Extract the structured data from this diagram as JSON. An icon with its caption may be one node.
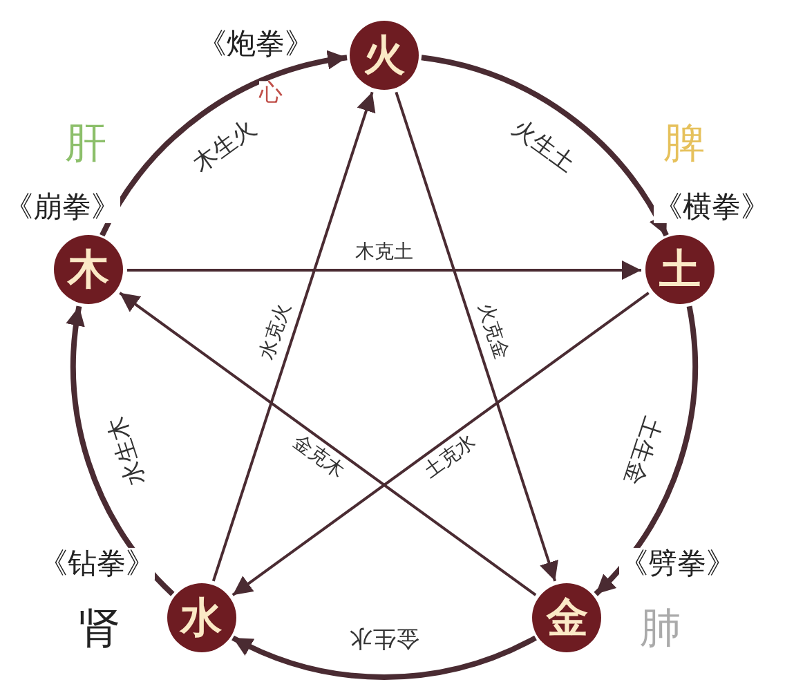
{
  "diagram": {
    "nodes": [
      {
        "text": [
          "火"
        ],
        "beside": [
          "《炮拳》",
          "心"
        ]
      },
      {
        "text": [
          "木"
        ],
        "beside": [
          "肝",
          "《崩拳》"
        ]
      },
      {
        "text": [
          "土"
        ],
        "beside": [
          "脾",
          "《横拳》"
        ]
      },
      {
        "text": [
          "水"
        ],
        "beside": [
          "《钻拳》",
          "肾"
        ]
      },
      {
        "text": [
          "金"
        ],
        "beside": [
          "《劈拳》",
          "肺"
        ]
      }
    ],
    "edges": [
      {
        "from": 1,
        "to": 0,
        "arrow": "to",
        "label": "木生火",
        "style": "thick"
      },
      {
        "from": 0,
        "to": 2,
        "arrow": "to",
        "label": "火生土",
        "style": "thick"
      },
      {
        "from": 2,
        "to": 4,
        "arrow": "to",
        "label": "土生金",
        "style": "thick"
      },
      {
        "from": 4,
        "to": 3,
        "arrow": "to",
        "label": "金生水",
        "style": "thick"
      },
      {
        "from": 3,
        "to": 1,
        "arrow": "to",
        "label": "水生木",
        "style": "thick"
      },
      {
        "from": 1,
        "to": 2,
        "arrow": "to",
        "label": "木克土"
      },
      {
        "from": 0,
        "to": 4,
        "arrow": "to",
        "label": "火克金"
      },
      {
        "from": 2,
        "to": 3,
        "arrow": "to",
        "label": "土克水"
      },
      {
        "from": 4,
        "to": 1,
        "arrow": "to",
        "label": "金克木"
      },
      {
        "from": 3,
        "to": 0,
        "arrow": "to",
        "label": "水克火"
      }
    ]
  }
}
